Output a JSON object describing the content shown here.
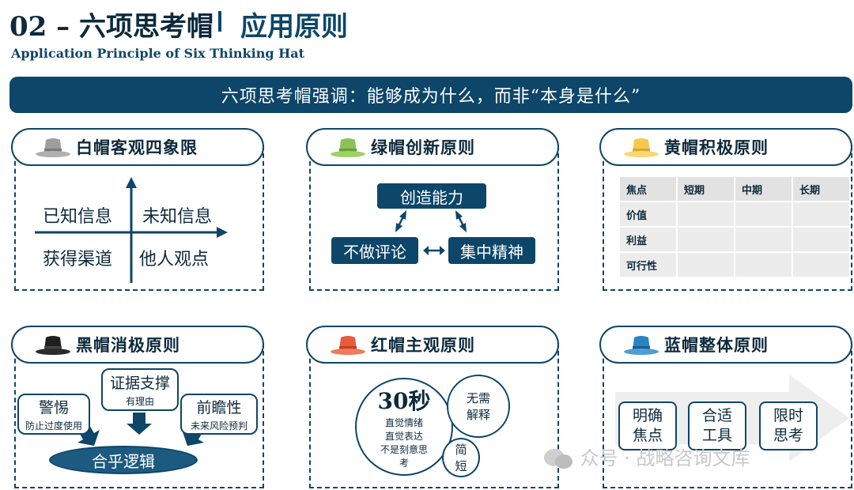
{
  "header": {
    "title_num": "02 – 六项思考帽",
    "title_sub": "应用原则",
    "title_en": "Application Principle of Six Thinking Hat"
  },
  "banner": "六项思考帽强调：能够成为什么，而非“本身是什么”",
  "colors": {
    "navy": "#0d4669",
    "white_hat": "#9e9e9e",
    "green_hat": "#8cc255",
    "yellow_hat": "#f5c84c",
    "black_hat": "#1f1f1f",
    "red_hat": "#e85b3a",
    "blue_hat": "#2a84c4"
  },
  "white_hat": {
    "title": "白帽客观四象限",
    "quadrants": [
      "已知信息",
      "未知信息",
      "获得渠道",
      "他人观点"
    ]
  },
  "green_hat": {
    "title": "绿帽创新原则",
    "top": "创造能力",
    "left": "不做评论",
    "right": "集中精神"
  },
  "yellow_hat": {
    "title": "黄帽积极原则",
    "headers": [
      "焦点",
      "短期",
      "中期",
      "长期"
    ],
    "rows": [
      "价值",
      "利益",
      "可行性"
    ]
  },
  "black_hat": {
    "title": "黑帽消极原则",
    "left": {
      "big": "警惕",
      "small": "防止过度使用"
    },
    "center": {
      "big": "证据支撑",
      "small": "有理由"
    },
    "right": {
      "big": "前瞻性",
      "small": "未来风险预判"
    },
    "base": "合乎逻辑"
  },
  "red_hat": {
    "title": "红帽主观原则",
    "big_num": "30秒",
    "big_lines": [
      "直觉情绪",
      "直觉表达",
      "不是刻意思",
      "考"
    ],
    "mid_lines": [
      "无需",
      "解释"
    ],
    "small_lines": [
      "简",
      "短"
    ]
  },
  "blue_hat": {
    "title": "蓝帽整体原则",
    "boxes": [
      [
        "明确",
        "焦点"
      ],
      [
        "合适",
        "工具"
      ],
      [
        "限时",
        "思考"
      ]
    ]
  },
  "watermark": "众号 · 战略咨询文库"
}
